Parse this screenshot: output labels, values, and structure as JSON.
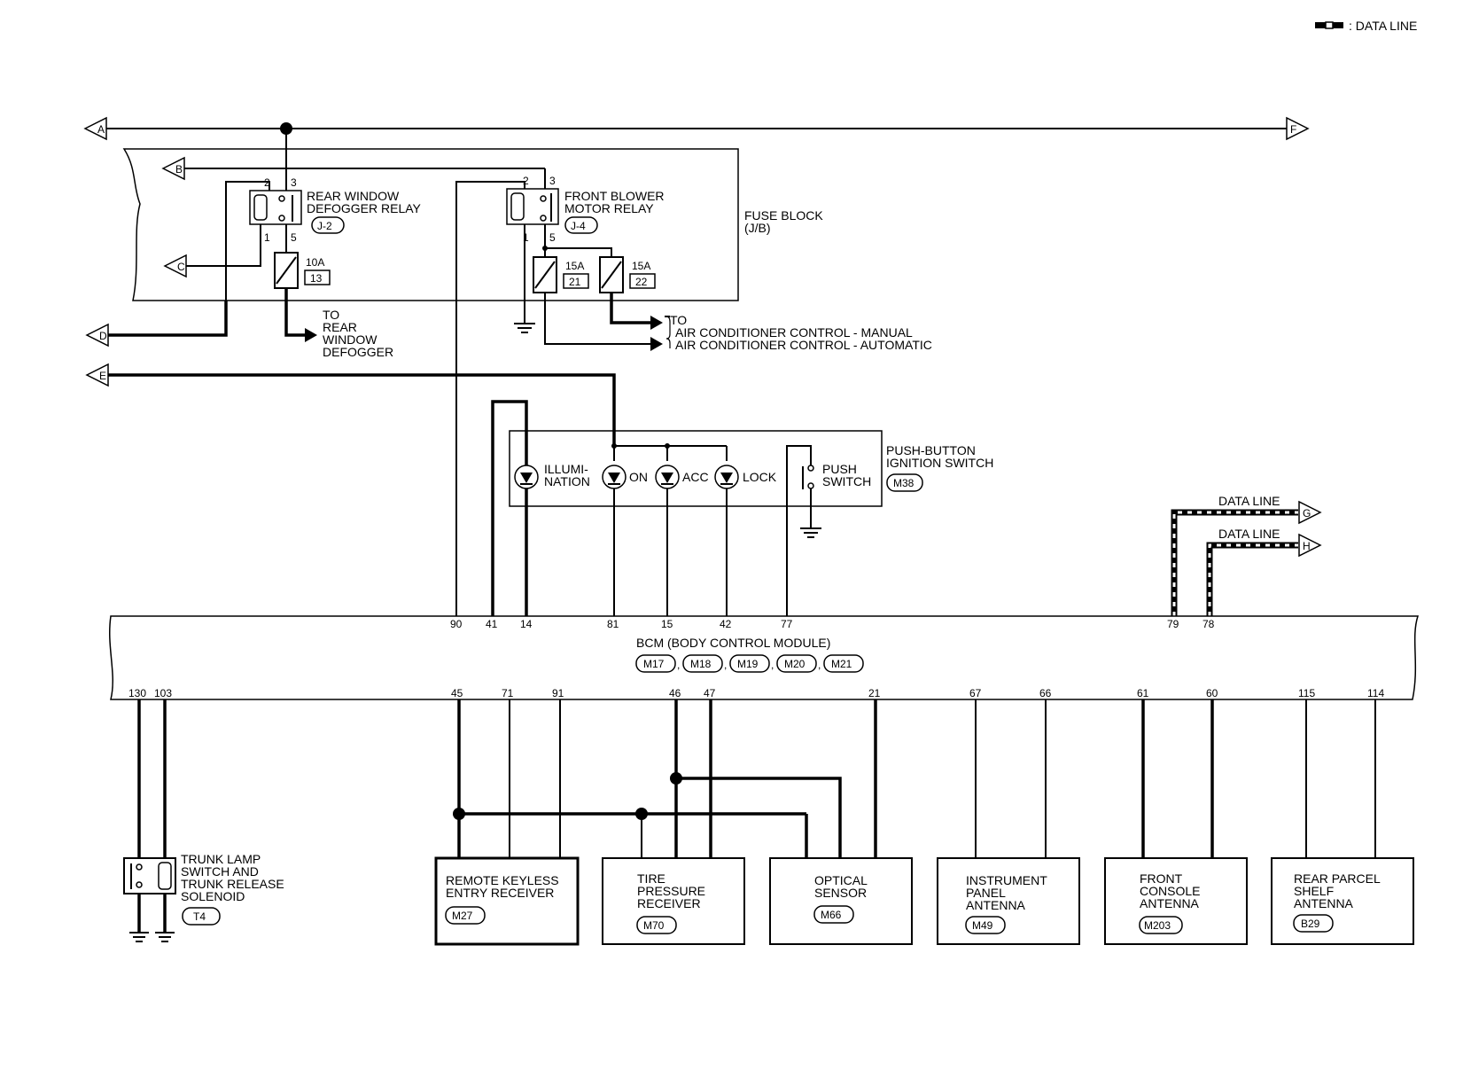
{
  "legend": {
    "text": ": DATA LINE"
  },
  "connectors": {
    "A": "A",
    "B": "B",
    "C": "C",
    "D": "D",
    "E": "E",
    "F": "F",
    "G": "G",
    "H": "H"
  },
  "fuse_block": {
    "label1": "FUSE BLOCK",
    "label2": "(J/B)",
    "rear_relay": {
      "l1": "REAR WINDOW",
      "l2": "DEFOGGER RELAY",
      "id": "J-2",
      "p1": "2",
      "p2": "3",
      "p3": "1",
      "p4": "5"
    },
    "front_relay": {
      "l1": "FRONT BLOWER",
      "l2": "MOTOR RELAY",
      "id": "J-4",
      "p1": "2",
      "p2": "3",
      "p3": "1",
      "p4": "5"
    },
    "fuse13": {
      "amp": "10A",
      "num": "13"
    },
    "fuse21": {
      "amp": "15A",
      "num": "21"
    },
    "fuse22": {
      "amp": "15A",
      "num": "22"
    }
  },
  "to_defogger": {
    "l1": "TO",
    "l2": "REAR",
    "l3": "WINDOW",
    "l4": "DEFOGGER"
  },
  "to_ac": {
    "l1": "TO",
    "l2": "AIR CONDITIONER CONTROL - MANUAL",
    "l3": "AIR CONDITIONER CONTROL - AUTOMATIC"
  },
  "push_switch": {
    "title1": "PUSH-BUTTON",
    "title2": "IGNITION SWITCH",
    "id": "M38",
    "illum1": "ILLUMI-",
    "illum2": "NATION",
    "on": "ON",
    "acc": "ACC",
    "lock": "LOCK",
    "push1": "PUSH",
    "push2": "SWITCH"
  },
  "data_lines": {
    "g": "DATA LINE",
    "h": "DATA LINE"
  },
  "bcm": {
    "title": "BCM (BODY CONTROL MODULE)",
    "ids": [
      "M17",
      "M18",
      "M19",
      "M20",
      "M21"
    ],
    "sep": ",",
    "top_pins": [
      "90",
      "41",
      "14",
      "81",
      "15",
      "42",
      "77",
      "79",
      "78"
    ],
    "bottom_pins": [
      "130",
      "103",
      "45",
      "71",
      "91",
      "46",
      "47",
      "21",
      "67",
      "66",
      "61",
      "60",
      "115",
      "114"
    ]
  },
  "trunk": {
    "l1": "TRUNK LAMP",
    "l2": "SWITCH AND",
    "l3": "TRUNK RELEASE",
    "l4": "SOLENOID",
    "id": "T4"
  },
  "components": [
    {
      "l1": "REMOTE KEYLESS",
      "l2": "ENTRY RECEIVER",
      "l3": "",
      "id": "M27"
    },
    {
      "l1": "TIRE",
      "l2": "PRESSURE",
      "l3": "RECEIVER",
      "id": "M70"
    },
    {
      "l1": "OPTICAL",
      "l2": "SENSOR",
      "l3": "",
      "id": "M66"
    },
    {
      "l1": "INSTRUMENT",
      "l2": "PANEL",
      "l3": "ANTENNA",
      "id": "M49"
    },
    {
      "l1": "FRONT",
      "l2": "CONSOLE",
      "l3": "ANTENNA",
      "id": "M203"
    },
    {
      "l1": "REAR PARCEL",
      "l2": "SHELF",
      "l3": "ANTENNA",
      "id": "B29"
    }
  ]
}
